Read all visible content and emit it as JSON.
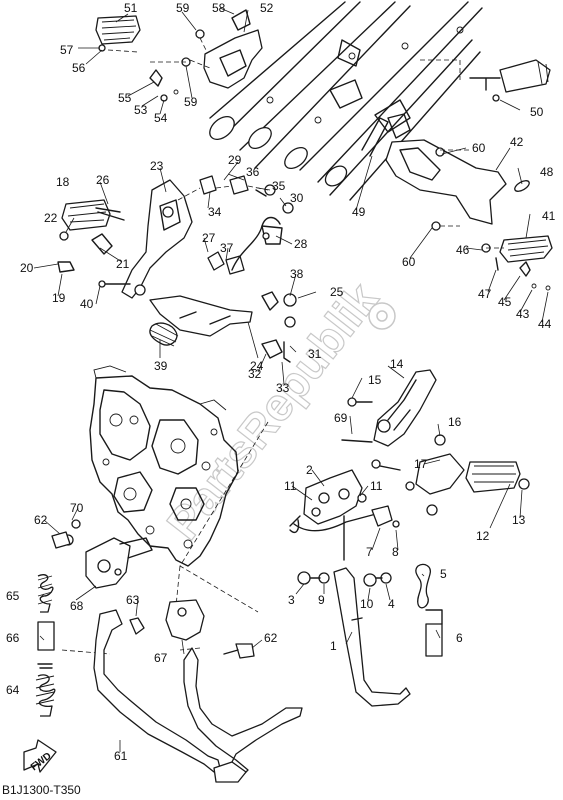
{
  "diagram": {
    "code": "B1J1300-T350",
    "watermark": "PartsRepublik",
    "arrow_label": "FWD",
    "callouts": [
      "51",
      "59",
      "58",
      "52",
      "57",
      "56",
      "55",
      "53",
      "54",
      "59",
      "50",
      "60",
      "42",
      "48",
      "23",
      "29",
      "36",
      "35",
      "30",
      "26",
      "18",
      "22",
      "34",
      "49",
      "41",
      "60",
      "27",
      "37",
      "28",
      "20",
      "21",
      "19",
      "40",
      "46",
      "47",
      "45",
      "43",
      "44",
      "38",
      "25",
      "39",
      "24",
      "31",
      "32",
      "33",
      "14",
      "15",
      "69",
      "16",
      "17",
      "2",
      "11",
      "11",
      "13",
      "12",
      "70",
      "62",
      "8",
      "7",
      "5",
      "3",
      "9",
      "10",
      "4",
      "6",
      "1",
      "65",
      "68",
      "63",
      "66",
      "67",
      "62",
      "64",
      "61"
    ]
  }
}
